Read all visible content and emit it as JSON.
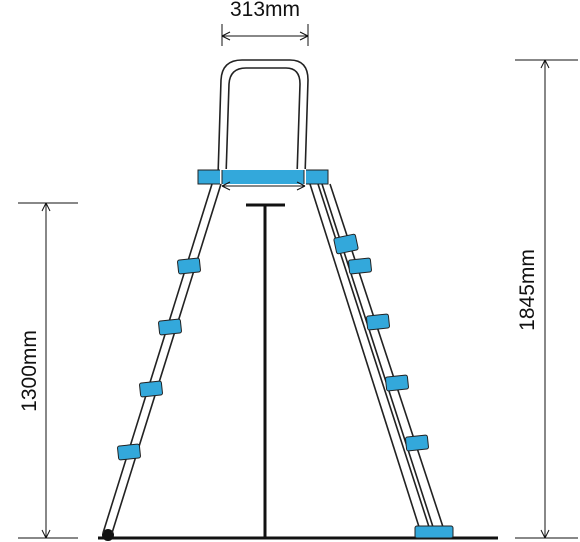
{
  "dimensions": {
    "top_width": "313mm",
    "left_height": "1300mm",
    "right_height": "1845mm"
  },
  "colors": {
    "line": "#111111",
    "ladder_outline": "#222222",
    "accent": "#33A8DB",
    "background": "#ffffff"
  },
  "icons": {
    "pool_ladder": "a-frame-pool-ladder-icon"
  }
}
